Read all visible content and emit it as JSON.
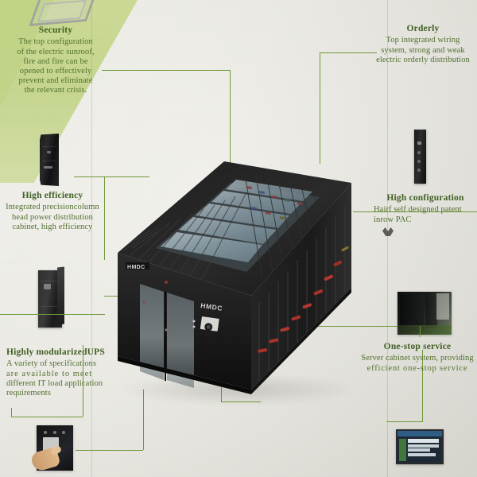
{
  "poster": {
    "title_visible": false,
    "product_label": "HMDC",
    "brand_logo_text": "HMDC",
    "accent_color": "#6f9a3a",
    "text_color": "#52702f",
    "heading_color": "#3f5f22",
    "swath_color": "#c6d68d",
    "paper_color": "#e9e8e2",
    "cabinet_color": "#1b1b1b"
  },
  "callouts": [
    {
      "id": "security",
      "title": "Security",
      "body": "The top configuration of the electric sunroof, fire and fire can be opened to effectively prevent and eliminate the relevant crisis.",
      "lines": [
        "The top configuration",
        "of the electric sunroof,",
        "fire and fire can be",
        "opened to effectively",
        "prevent and eliminate",
        "the relevant crisis."
      ]
    },
    {
      "id": "orderly",
      "title": "Orderly",
      "body": "Top integrated wiring system, strong and weak electric orderly distribution",
      "lines": [
        "Top integrated wiring",
        "system, strong and weak",
        "electric orderly distribution"
      ]
    },
    {
      "id": "high-efficiency",
      "title": "High efficiency",
      "body": "Integrated precisioncolumn head power distribution cabinet, high efficiency",
      "lines": [
        "Integrated precisioncolumn",
        "head power distribution",
        "cabinet, high efficiency"
      ]
    },
    {
      "id": "high-configuration",
      "title": "High configuration",
      "body": "Hairf self designed patent inrow PAC",
      "lines": [
        "Hairf self designed patent",
        "inrow PAC"
      ]
    },
    {
      "id": "highly-modularized-ups",
      "title": "Highly modularizedUPS",
      "body": "A variety of specifications are available to meet different IT load application requirements",
      "lines": [
        "A variety of specifications",
        "are available to meet",
        "different IT load application",
        "requirements"
      ]
    },
    {
      "id": "one-stop-service",
      "title": "One-stop service",
      "body": "Server cabinet system, providing efficient one-stop service",
      "lines": [
        "Server cabinet system, providing",
        "efficient one-stop service"
      ]
    }
  ],
  "thumbnails": [
    {
      "id": "roof-frame",
      "name": "metal-roof-frame-thumbnail"
    },
    {
      "id": "pdu-cabinet",
      "name": "power-distribution-cabinet-thumbnail"
    },
    {
      "id": "ups-cabinet",
      "name": "modular-ups-cabinet-thumbnail"
    },
    {
      "id": "access-panel",
      "name": "access-control-panel-thumbnail"
    },
    {
      "id": "inrow-pac",
      "name": "inrow-pac-unit-thumbnail"
    },
    {
      "id": "server-room",
      "name": "server-room-photo-thumbnail"
    },
    {
      "id": "monitoring-screen",
      "name": "monitoring-software-screen-thumbnail"
    }
  ],
  "hero": {
    "name": "modular-data-center-container",
    "label": "HMDC",
    "brand": "HMDC",
    "roof_panels": 9,
    "rack_bays": 12
  }
}
